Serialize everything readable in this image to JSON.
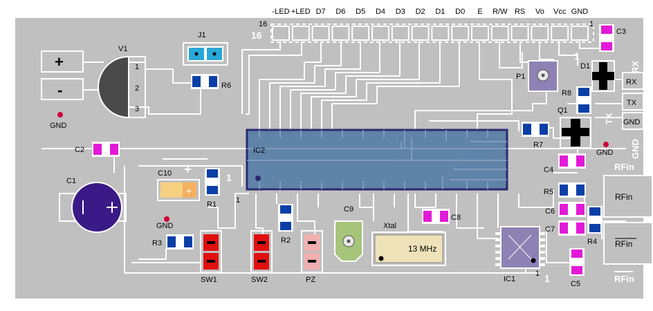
{
  "colors": {
    "board": "#c0c0c0",
    "trace": "#ffffff",
    "ic_body": "#5b7fa6",
    "ic_border": "#2a2870",
    "smd_blue": "#0b3fa8",
    "smd_magenta": "#e21ad8",
    "switch_red": "#e01010",
    "buzzer_pink": "#f2b0b0",
    "capacitor_orange": "#f5b060",
    "electrolytic": "#3a1a86",
    "jumper_cyan": "#2aa8d8",
    "crystal_fill": "#efe2b8",
    "dot_red": "#d0003a"
  },
  "header_labels": [
    "-LED",
    "+LED",
    "D7",
    "D6",
    "D5",
    "D4",
    "D3",
    "D2",
    "D1",
    "D0",
    "E",
    "R/W",
    "RS",
    "Vo",
    "Vcc",
    "GND"
  ],
  "header_pin_first": "16",
  "header_pin_last": "1",
  "header_pin_first_silk": "16",
  "header_pin_last_silk": "1",
  "power": {
    "plus": "+",
    "minus": "-"
  },
  "regulator": {
    "label": "V1",
    "pins": [
      "1",
      "2",
      "3"
    ]
  },
  "components": {
    "j1": "J1",
    "r6": "R6",
    "c3": "C3",
    "d1": "D1",
    "p1": "P1",
    "r8": "R8",
    "q1": "Q1",
    "r7": "R7",
    "c4": "C4",
    "c2": "C2",
    "ic2": "IC2",
    "c10": "C10",
    "c10_plus": "+",
    "c10_body_plus": "+",
    "r1": "R1",
    "r1_pin": "1",
    "ic2_pin": "1",
    "c1": "C1",
    "r5": "R5",
    "c6": "C6",
    "c7": "C7",
    "r4": "R4",
    "r3": "R3",
    "r2": "R2",
    "c9": "C9",
    "xtal": "Xtal",
    "xtal_freq": "13 MHz",
    "c8": "C8",
    "ic1": "IC1",
    "ic1_pin": "1",
    "ic1_pin_silk": "1",
    "c5": "C5",
    "sw1": "SW1",
    "sw2": "SW2",
    "pz": "PZ"
  },
  "gnd_labels": [
    "GND",
    "GND",
    "GND"
  ],
  "right_edge": {
    "rx": "RX",
    "tx": "TX",
    "gnd": "GND",
    "rx_silk": "RX",
    "tx_silk": "TX",
    "gnd_silk": "GND",
    "rfin": "RFin",
    "rfin_bar": "RFin",
    "rfin_silk": "RFin",
    "rfin_bar_silk": "RFin"
  }
}
